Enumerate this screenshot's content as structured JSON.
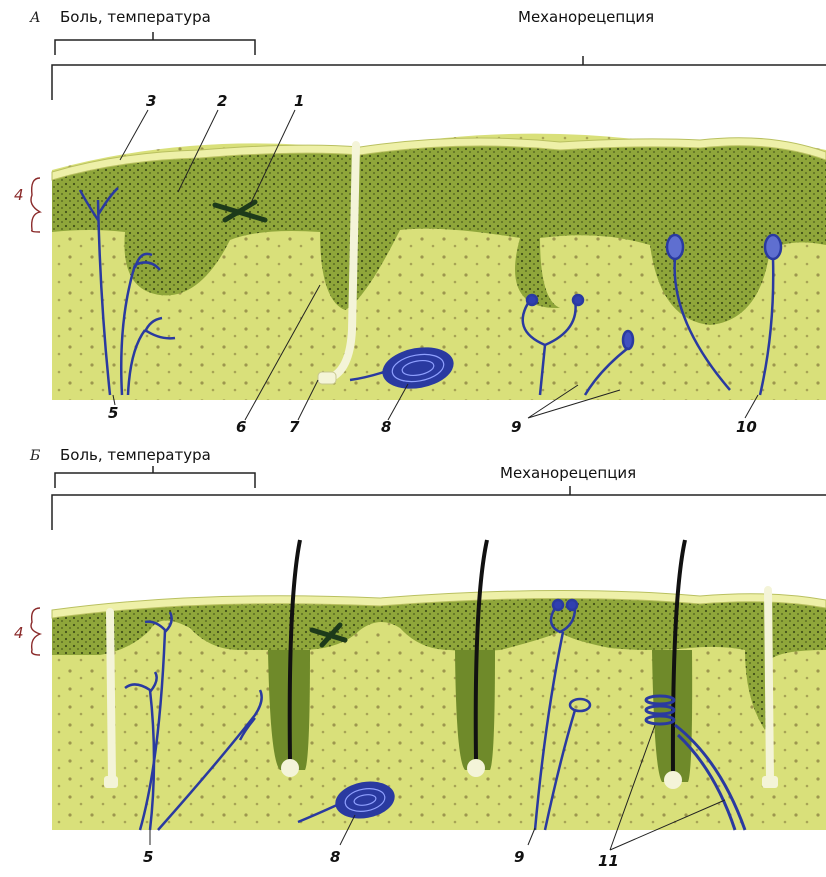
{
  "panels": [
    {
      "letter": "А",
      "pain_label": "Боль, температура",
      "mech_label": "Механорецепция",
      "labels": {
        "n1": "1",
        "n2": "2",
        "n3": "3",
        "n4": "4",
        "n5": "5",
        "n6": "6",
        "n7": "7",
        "n8": "8",
        "n9": "9",
        "n10": "10"
      }
    },
    {
      "letter": "Б",
      "pain_label": "Боль, температура",
      "mech_label": "Механорецепция",
      "labels": {
        "n4": "4",
        "n5": "5",
        "n8": "8",
        "n9": "9",
        "n11": "11"
      }
    }
  ],
  "colors": {
    "dermis": "#d9e07a",
    "epidermis": "#8fa63a",
    "stratum_corneum": "#eef0a8",
    "nerve": "#2a3aa0",
    "hair": "#111111",
    "label_4": "#8a2a2a"
  }
}
